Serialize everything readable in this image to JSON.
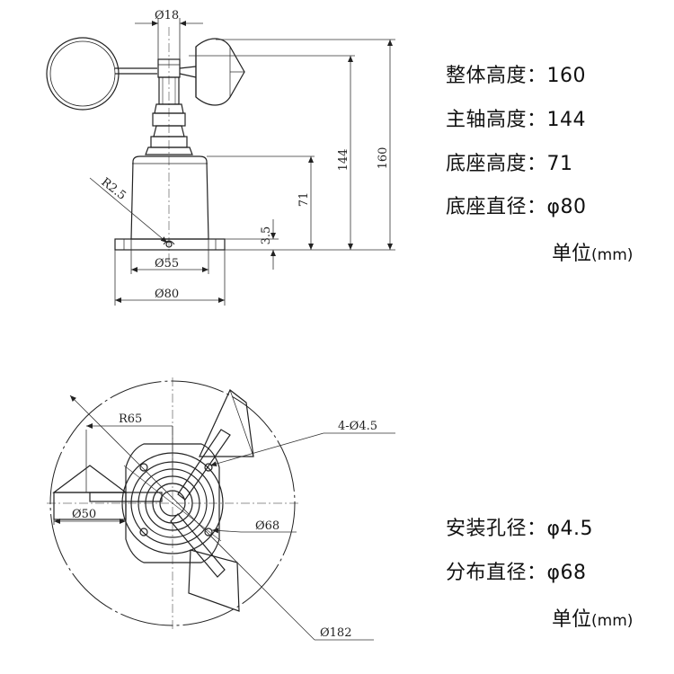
{
  "top_view": {
    "specs": [
      {
        "label": "整体高度：",
        "value": "160"
      },
      {
        "label": "主轴高度：",
        "value": "144"
      },
      {
        "label": "底座高度：",
        "value": "71"
      },
      {
        "label": "底座直径：",
        "value": "φ80"
      }
    ],
    "unit": {
      "word": "单位",
      "mm": "(mm)"
    },
    "dims": {
      "shaft_dia": "Ø18",
      "total_height": "160",
      "shaft_height": "144",
      "base_height": "71",
      "flange_thickness": "3.5",
      "fillet_radius": "R2.5",
      "inner_dia": "Ø55",
      "base_dia": "Ø80"
    }
  },
  "bottom_view": {
    "specs": [
      {
        "label": "安装孔径：",
        "value": "φ4.5"
      },
      {
        "label": "分布直径：",
        "value": "φ68"
      }
    ],
    "unit": {
      "word": "单位",
      "mm": "(mm)"
    },
    "dims": {
      "cup_radius": "R65",
      "holes": "4-Ø4.5",
      "cup_dia": "Ø50",
      "hole_circle": "Ø68",
      "sweep_dia": "Ø182"
    }
  },
  "colors": {
    "line": "#222222",
    "thin": "#444444",
    "background": "#ffffff"
  }
}
